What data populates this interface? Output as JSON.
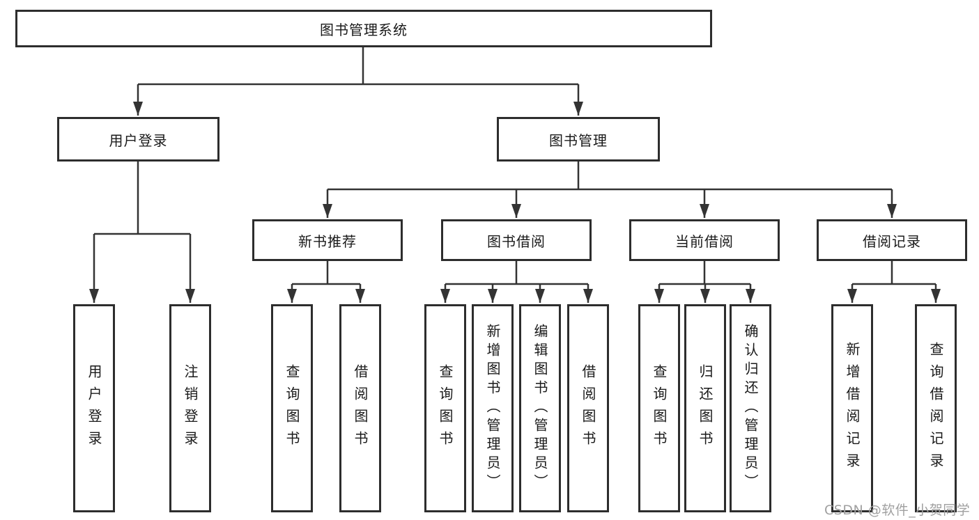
{
  "diagram": {
    "root": {
      "label": "图书管理系统"
    },
    "branches": [
      {
        "label": "用户登录",
        "children": [
          {
            "label": "用户登录"
          },
          {
            "label": "注销登录"
          }
        ]
      },
      {
        "label": "图书管理",
        "children": [
          {
            "label": "新书推荐",
            "children": [
              {
                "label": "查询图书"
              },
              {
                "label": "借阅图书"
              }
            ]
          },
          {
            "label": "图书借阅",
            "children": [
              {
                "label": "查询图书"
              },
              {
                "label": "新增图书（管理员）"
              },
              {
                "label": "编辑图书（管理员）"
              },
              {
                "label": "借阅图书"
              }
            ]
          },
          {
            "label": "当前借阅",
            "children": [
              {
                "label": "查询图书"
              },
              {
                "label": "归还图书"
              },
              {
                "label": "确认归还（管理员）"
              }
            ]
          },
          {
            "label": "借阅记录",
            "children": [
              {
                "label": "新增借阅记录"
              },
              {
                "label": "查询借阅记录"
              }
            ]
          }
        ]
      }
    ]
  },
  "watermark": "CSDN @软件_小贺同学",
  "colors": {
    "line": "#333333",
    "box_border": "#2d2d2d",
    "text": "#1a1a1a",
    "watermark": "#a0a0a0",
    "background": "#ffffff"
  }
}
